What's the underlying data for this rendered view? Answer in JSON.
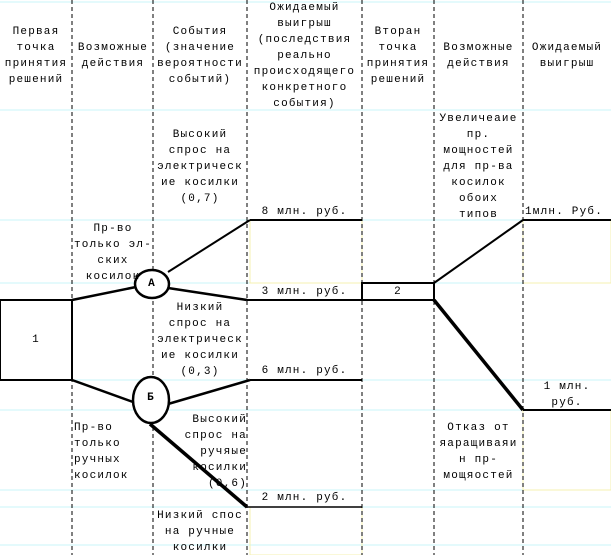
{
  "headers": {
    "col1": "Первая\nточка\nпринятия\nрешений",
    "col2": "Возможные\nдействия",
    "col3": "События\n(значение\nвероятности\nсобытий)",
    "col4": "Ожидаемый\nвыигрыш\n(последствия\nреально\nпроисходящего\nконкретного\nсобытия)",
    "col5": "Вторан\nточка\nпринятия\nрешений",
    "col6": "Возможные\nдействия",
    "col7": "Ожидаемый\nвыигрыш"
  },
  "nodes": {
    "decision1": "1",
    "chanceA": "А",
    "chanceB": "Б",
    "decision2": "2"
  },
  "actions": {
    "electric_only": "Пр-во\nтолько эл-\nских\nкосилок",
    "manual_only": "Пр-во\nтолько\nручных\nкосилок",
    "expand": "Увеличеаие\nпр.\nмощностей\nдля пр-ва\nкосилок\nобоих\nтипов",
    "refuse": "Отказ от\nяаращиваяи\nн пр-\nмощяостей"
  },
  "events": {
    "high_electric": "Высокий\nспрос на\nэлектрическ\nие косилки\n(0,7)",
    "low_electric": "Низкий\nспрос на\nэлектрическ\nие косилки\n(0,3)",
    "high_manual": "Высокий\nспрос на\nручяые\nкосилки\n(0,6)",
    "low_manual": "Низкий спос\nна ручные\nкосилки"
  },
  "payoffs": {
    "p8": "8 млн. руб.",
    "p3": "3 млн. руб.",
    "p6": "6 млн. руб.",
    "p2": "2 млн. руб.",
    "expand": "1млн. Руб.",
    "refuse": "1 млн.\nруб."
  }
}
